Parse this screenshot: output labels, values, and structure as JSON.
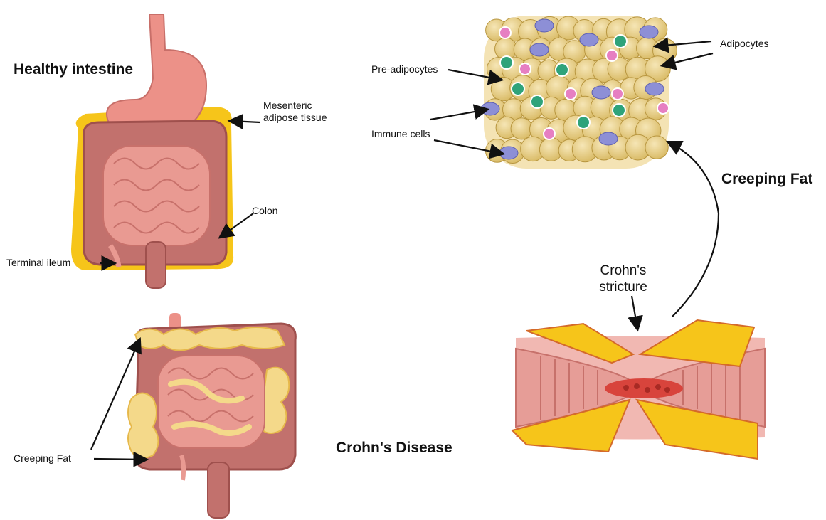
{
  "labels": {
    "healthy_title": "Healthy intestine",
    "mesenteric_line1": "Mesenteric",
    "mesenteric_line2": "adipose tissue",
    "colon": "Colon",
    "terminal_ileum": "Terminal ileum",
    "pre_adipocytes": "Pre-adipocytes",
    "adipocytes": "Adipocytes",
    "immune_cells": "Immune cells",
    "creeping_fat_right": "Creeping Fat",
    "crohns_stricture_line1": "Crohn's",
    "crohns_stricture_line2": "stricture",
    "creeping_fat_left": "Creeping Fat",
    "crohns_disease": "Crohn's Disease"
  },
  "colors": {
    "fat_yellow": "#f6c51a",
    "intestine_pink": "#e99a92",
    "colon_dark": "#c2716d",
    "stomach": "#ec9188",
    "adipocyte": "#e6cf8a",
    "preadipocyte_green": "#2fa37a",
    "immune_purple": "#8d8fd6",
    "immune_pink": "#e67fc2",
    "inflamed_red": "#d8443c"
  }
}
